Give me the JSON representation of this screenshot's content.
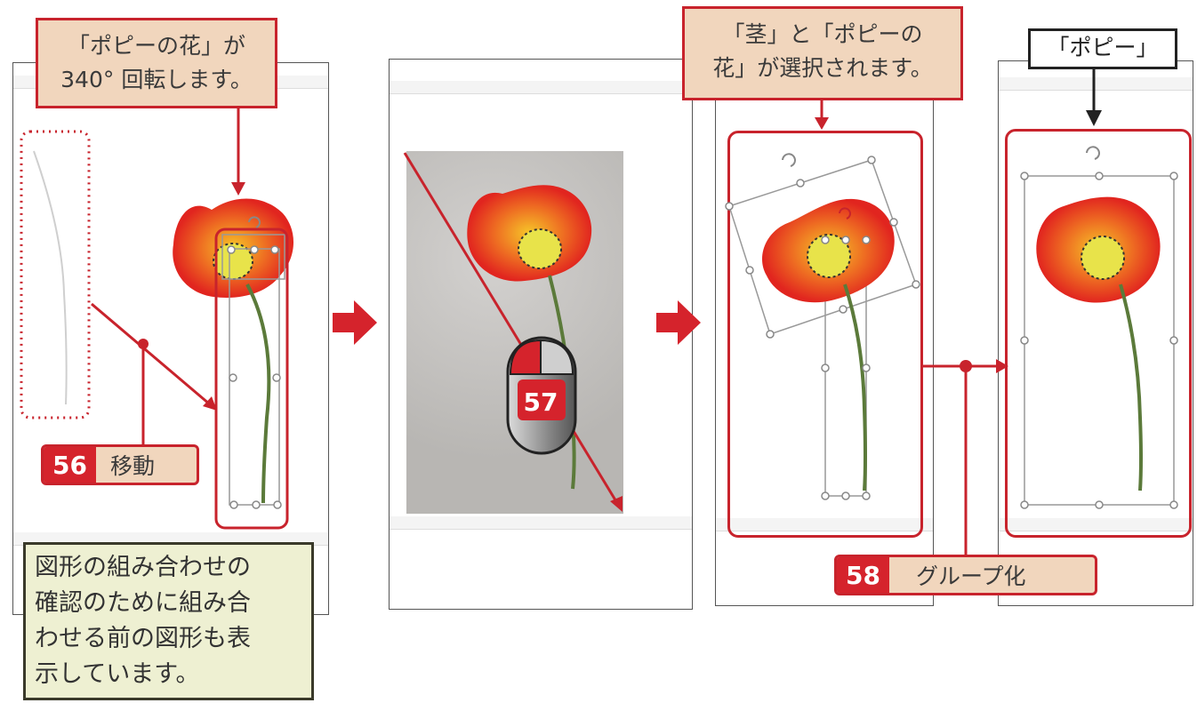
{
  "callout_rotate": {
    "line1": "「ポピーの花」が",
    "line2": "340°  回転します。"
  },
  "callout_selected": {
    "line1": "「茎」と「ポピーの",
    "line2": "花」が選択されます。"
  },
  "label_poppy": "「ポピー」",
  "note": {
    "line1": "図形の組み合わせの",
    "line2": "確認のために組み合",
    "line3": "わせる前の図形も表",
    "line4": "示しています。"
  },
  "steps": [
    {
      "number": "56",
      "label": "移動"
    },
    {
      "number": "57"
    },
    {
      "number": "58",
      "label": "グループ化"
    }
  ],
  "colors": {
    "accent_red": "#d5232c",
    "callout_fill": "#f1d6bd",
    "note_fill": "#eef0d2",
    "flower_red": "#e42a24",
    "flower_center": "#e8e34a",
    "stem_green": "#5b7a3a"
  },
  "icons": [
    "mouse-right-drag-icon",
    "arrow-right-icon"
  ]
}
